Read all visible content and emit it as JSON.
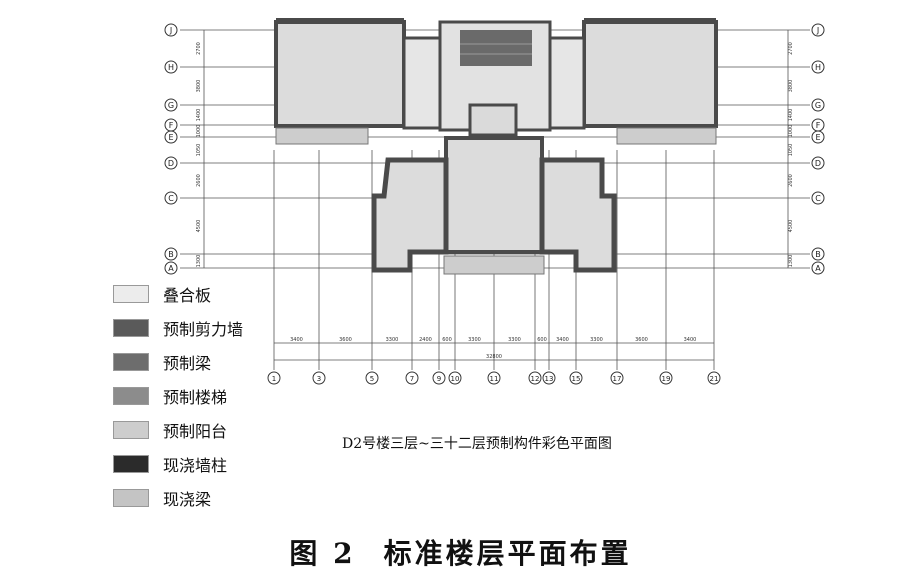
{
  "figure": {
    "label": "图 2",
    "title": "标准楼层平面布置",
    "subtitle": "D2号楼三层~三十二层预制构件彩色平面图"
  },
  "legend": [
    {
      "label": "叠合板",
      "color": "#ececec"
    },
    {
      "label": "预制剪力墙",
      "color": "#5a5a5a"
    },
    {
      "label": "预制梁",
      "color": "#6d6d6d"
    },
    {
      "label": "预制楼梯",
      "color": "#8c8c8c"
    },
    {
      "label": "预制阳台",
      "color": "#cdcdcd"
    },
    {
      "label": "现浇墙柱",
      "color": "#2b2b2b"
    },
    {
      "label": "现浇梁",
      "color": "#c4c4c4"
    }
  ],
  "axes": {
    "rows": [
      "J",
      "H",
      "G",
      "F",
      "E",
      "D",
      "C",
      "B",
      "A"
    ],
    "row_dims": [
      "2700",
      "3800",
      "1400",
      "1000",
      "1050",
      "2600",
      "4500",
      "1300"
    ],
    "cols": [
      "1",
      "3",
      "5",
      "7",
      "9",
      "10",
      "11",
      "12",
      "13",
      "15",
      "17",
      "19",
      "21"
    ],
    "col_dims": [
      "3400",
      "3600",
      "3300",
      "2400",
      "600",
      "3300",
      "3300",
      "600",
      "3400",
      "3300",
      "3600",
      "3400"
    ],
    "total_dim": "32800"
  },
  "colors": {
    "line": "#555555",
    "slab": "#dcdcdc",
    "wall": "#4a4a4a",
    "balcony": "#cdcdcd"
  }
}
